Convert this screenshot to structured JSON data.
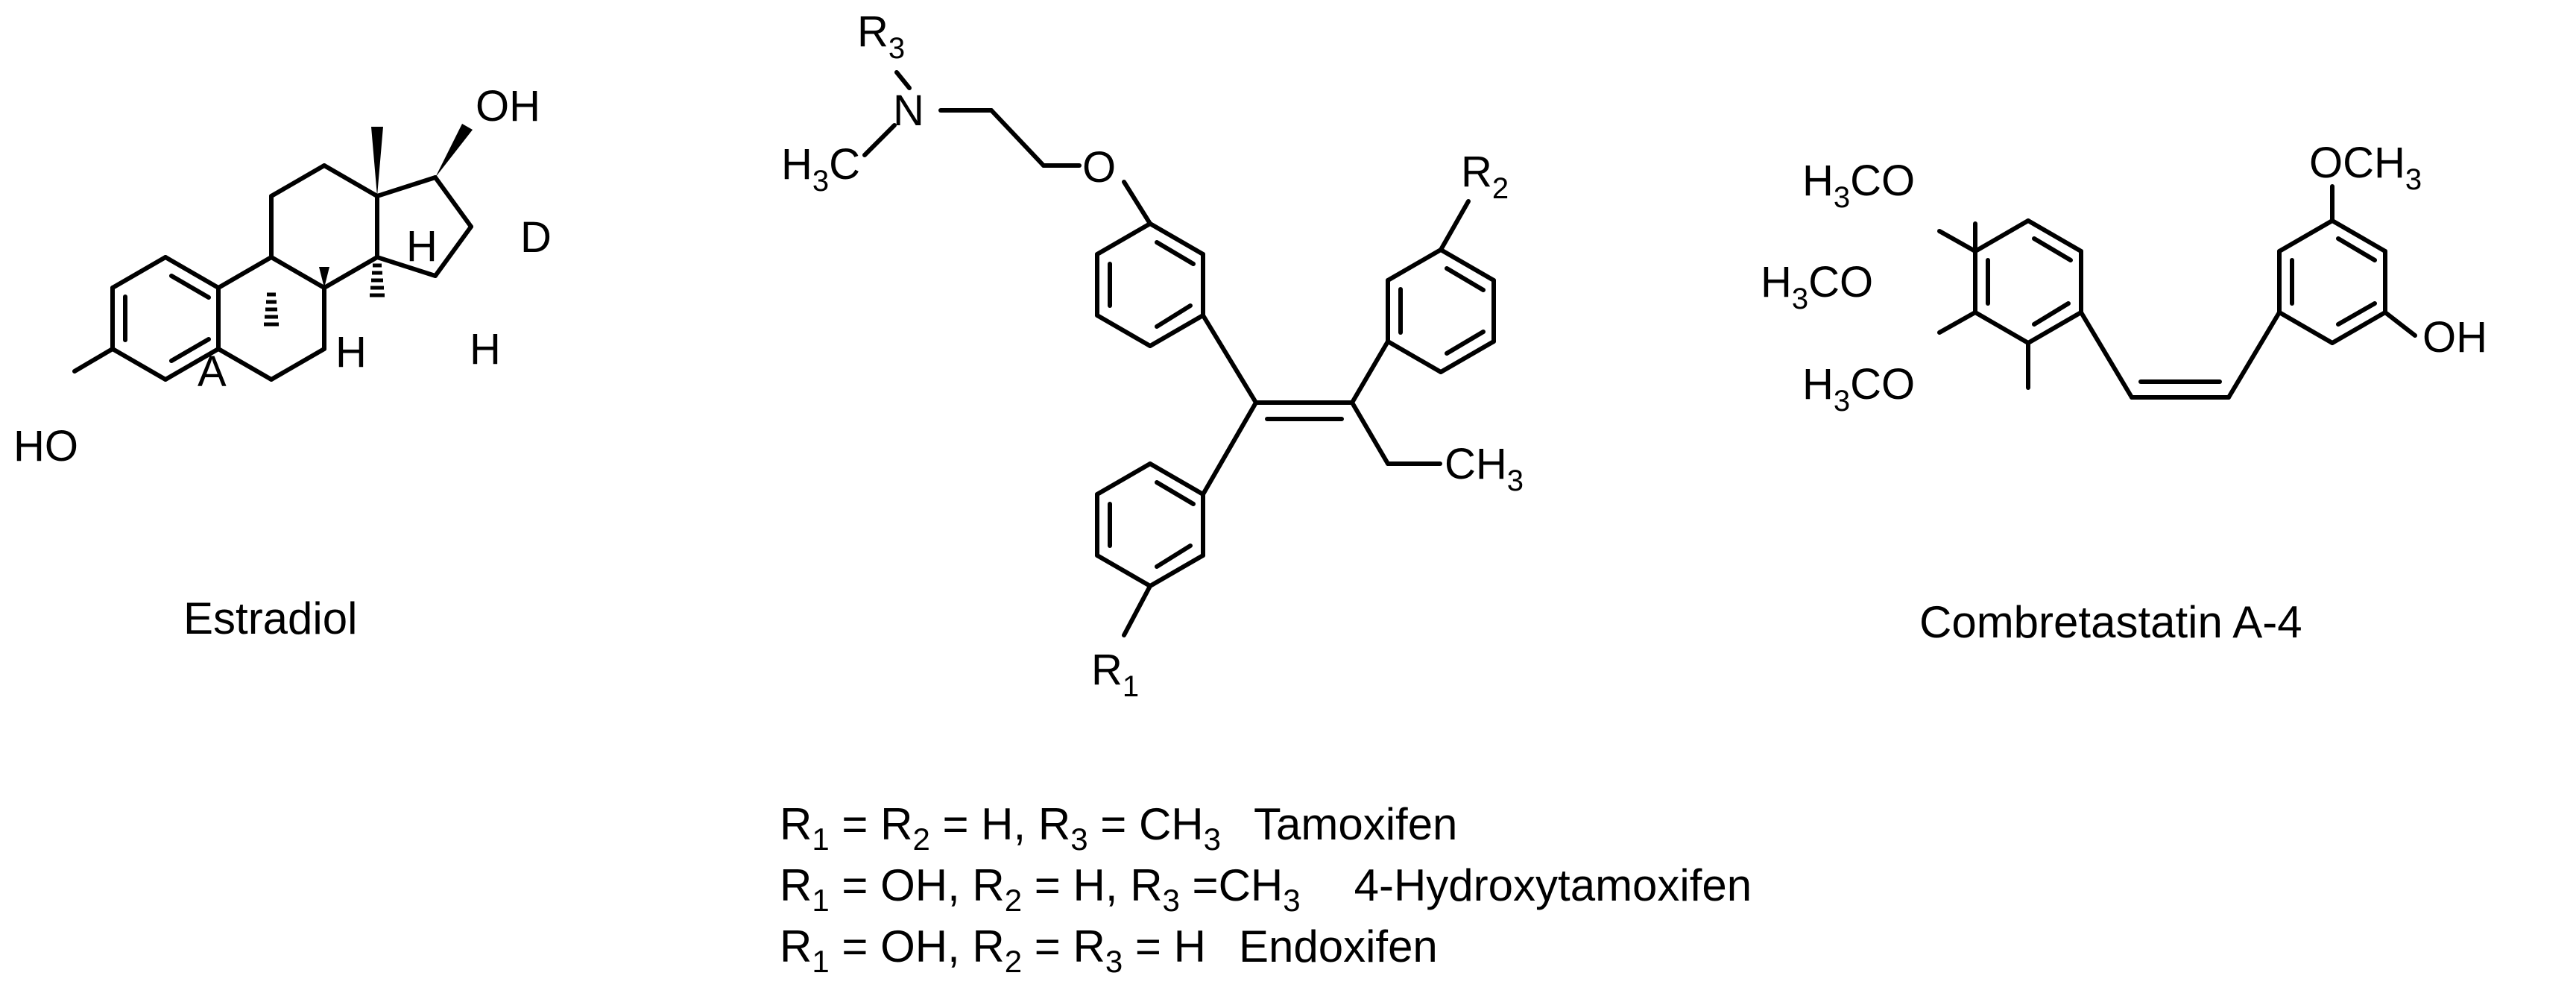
{
  "estradiol": {
    "caption": "Estradiol",
    "labels": {
      "oh_top": "OH",
      "ho_left": "HO",
      "h_9": "H",
      "h_8": "H",
      "h_14": "H"
    },
    "ring_labels": {
      "ring_a": "A",
      "ring_d": "D"
    }
  },
  "tamoxifen": {
    "labels": {
      "r3_symbol": "R",
      "r3_index": "3",
      "n": "N",
      "h3c_h": "H",
      "h3c_3": "3",
      "h3c_c": "C",
      "o": "O",
      "r2_symbol": "R",
      "r2_index": "2",
      "r1_symbol": "R",
      "r1_index": "1",
      "ch3_ch": "CH",
      "ch3_3": "3"
    }
  },
  "combretastatin": {
    "caption": "Combretastatin A-4",
    "labels": {
      "och3_top_och": "OCH",
      "och3_top_3": "3",
      "oh_right": "OH",
      "h3co_1_h": "H",
      "h3co_1_3": "3",
      "h3co_1_co": "CO",
      "h3co_2_h": "H",
      "h3co_2_3": "3",
      "h3co_2_co": "CO",
      "h3co_3_h": "H",
      "h3co_3_3": "3",
      "h3co_3_co": "CO"
    }
  },
  "legend": {
    "lines": [
      {
        "r1_sym": "R",
        "r1_idx": "1",
        "eq1": " = ",
        "r2_sym": "R",
        "r2_idx": "2",
        "eq2": "  = H, ",
        "r3_sym": "R",
        "r3_idx": "3",
        "eq3": " = CH",
        "tail_idx": "3",
        "name": "Tamoxifen"
      },
      {
        "r1_sym": "R",
        "r1_idx": "1",
        "eq1": " = OH, ",
        "r2_sym": "R",
        "r2_idx": "2",
        "eq2": " = H,  ",
        "r3_sym": "R",
        "r3_idx": "3",
        "eq3": " =CH",
        "tail_idx": "3",
        "name": "4-Hydroxytamoxifen"
      },
      {
        "r1_sym": "R",
        "r1_idx": "1",
        "eq1": " = OH, ",
        "r2_sym": "R",
        "r2_idx": "2",
        "eq2": " = ",
        "r3_sym": "R",
        "r3_idx": "3",
        "eq3": " = H",
        "tail_idx": "",
        "name": "Endoxifen"
      }
    ]
  }
}
